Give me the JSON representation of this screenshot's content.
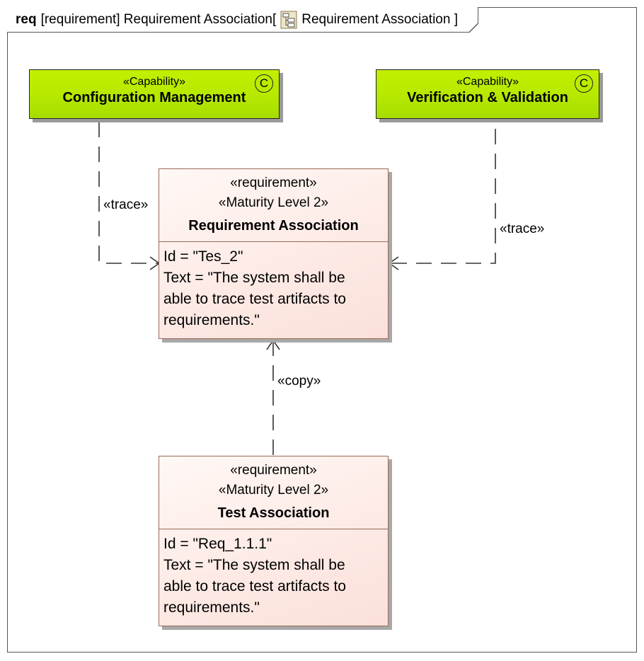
{
  "frame": {
    "keyword": "req",
    "title": "[requirement] Requirement Association[",
    "diagram_name": "Requirement Association ]"
  },
  "capabilities": [
    {
      "stereotype": "«Capability»",
      "name": "Configuration Management",
      "icon_letter": "C"
    },
    {
      "stereotype": "«Capability»",
      "name": "Verification & Validation",
      "icon_letter": "C"
    }
  ],
  "requirements": [
    {
      "stereotype": "«requirement»",
      "maturity": "«Maturity Level 2»",
      "name": "Requirement Association",
      "id": "Id = \"Tes_2\"",
      "text_lines": [
        "Text = \"The system shall be",
        "able to trace test artifacts to",
        "requirements.\""
      ]
    },
    {
      "stereotype": "«requirement»",
      "maturity": "«Maturity Level 2»",
      "name": "Test Association",
      "id": "Id = \"Req_1.1.1\"",
      "text_lines": [
        "Text = \"The system shall be",
        "able to trace test artifacts to",
        "requirements.\""
      ]
    }
  ],
  "relations": [
    {
      "label": "«trace»"
    },
    {
      "label": "«trace»"
    },
    {
      "label": "«copy»"
    }
  ],
  "colors": {
    "capability_fill": "#b6e800",
    "requirement_fill": "#fde9e4",
    "requirement_border": "#9a6a55"
  }
}
